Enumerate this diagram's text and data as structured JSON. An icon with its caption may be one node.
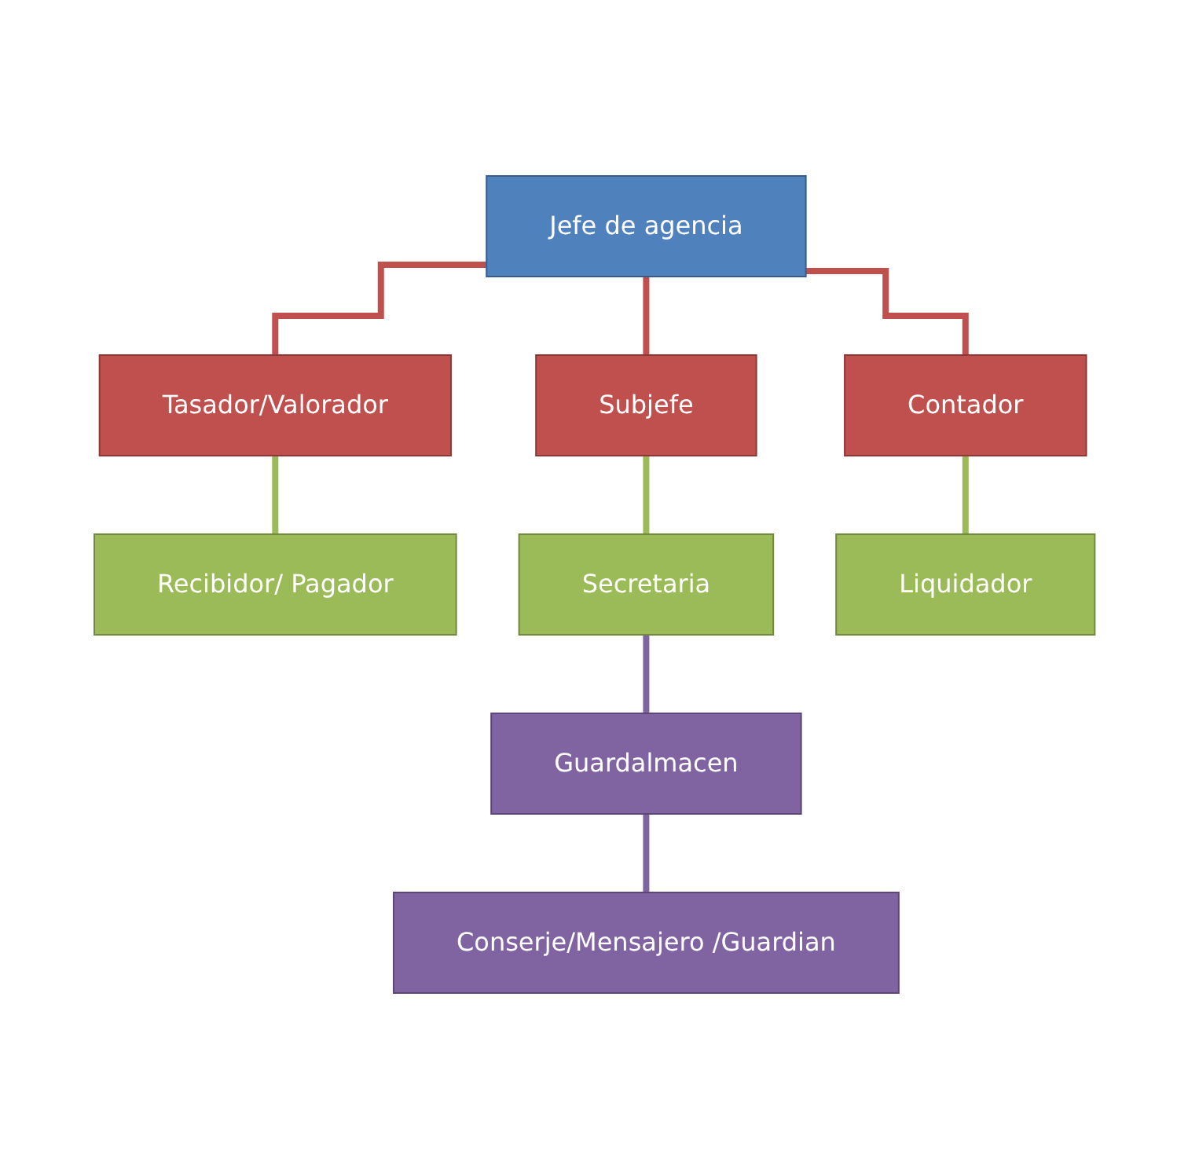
{
  "diagram": {
    "nodes": [
      {
        "text": [
          "Jefe de agencia"
        ]
      },
      {
        "text": [
          "Tasador/Valorador"
        ]
      },
      {
        "text": [
          "Subjefe"
        ]
      },
      {
        "text": [
          "Contador"
        ]
      },
      {
        "text": [
          "Recibidor/ Pagador"
        ]
      },
      {
        "text": [
          "Secretaria"
        ]
      },
      {
        "text": [
          "Liquidador"
        ]
      },
      {
        "text": [
          "Guardalmacen"
        ]
      },
      {
        "text": [
          "Conserje/Mensajero /Guardian"
        ]
      }
    ],
    "edges": [
      {
        "from": 0,
        "to": 1,
        "arrow": "none",
        "color": "#c0504d"
      },
      {
        "from": 0,
        "to": 2,
        "arrow": "none",
        "color": "#c0504d"
      },
      {
        "from": 0,
        "to": 3,
        "arrow": "none",
        "color": "#c0504d"
      },
      {
        "from": 1,
        "to": 4,
        "arrow": "none",
        "color": "#9bbb59"
      },
      {
        "from": 2,
        "to": 5,
        "arrow": "none",
        "color": "#9bbb59"
      },
      {
        "from": 3,
        "to": 6,
        "arrow": "none",
        "color": "#9bbb59"
      },
      {
        "from": 5,
        "to": 7,
        "arrow": "none",
        "color": "#8064a2"
      },
      {
        "from": 7,
        "to": 8,
        "arrow": "none",
        "color": "#8064a2"
      }
    ]
  }
}
